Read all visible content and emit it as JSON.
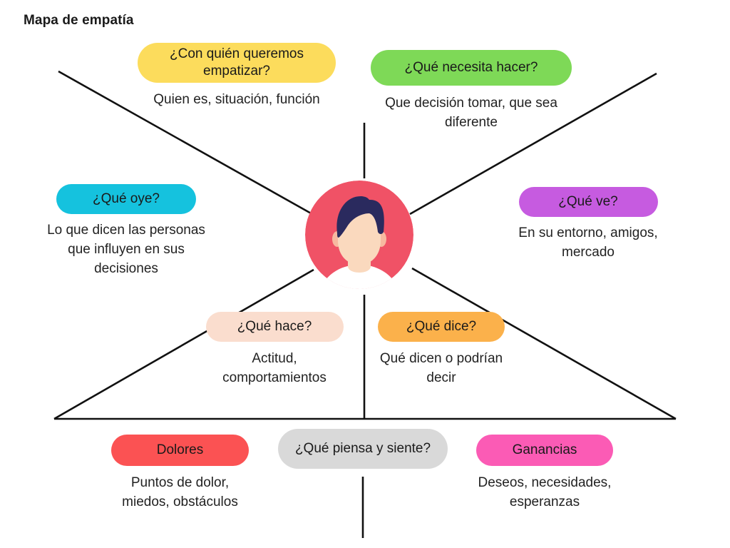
{
  "page": {
    "title": "Mapa de empatía",
    "background": "#ffffff"
  },
  "diagram": {
    "type": "empathy-map",
    "center_avatar": {
      "name": "persona-avatar",
      "circle_color": "#F05266",
      "hair_color": "#2A2A5E",
      "skin_color": "#FAD9BE",
      "shirt_color": "#FFFFFF"
    },
    "line_color": "#111111",
    "sections": [
      {
        "id": "con-quien",
        "pill_label": "¿Con quién queremos empatizar?",
        "pill_color": "#FCDC5C",
        "caption": "Quien es, situación, función"
      },
      {
        "id": "que-necesita-hacer",
        "pill_label": "¿Qué necesita hacer?",
        "pill_color": "#7ED957",
        "caption": "Que decisión tomar, que sea diferente"
      },
      {
        "id": "que-oye",
        "pill_label": "¿Qué oye?",
        "pill_color": "#15C2DE",
        "caption": "Lo que dicen las personas que influyen en sus decisiones"
      },
      {
        "id": "que-ve",
        "pill_label": "¿Qué ve?",
        "pill_color": "#C65BE0",
        "caption": "En su entorno, amigos, mercado"
      },
      {
        "id": "que-hace",
        "pill_label": "¿Qué hace?",
        "pill_color": "#FADDCE",
        "caption": "Actitud, comportamientos"
      },
      {
        "id": "que-dice",
        "pill_label": "¿Qué dice?",
        "pill_color": "#FBB14B",
        "caption": "Qué dicen o podrían decir"
      },
      {
        "id": "dolores",
        "pill_label": "Dolores",
        "pill_color": "#FB5253",
        "caption": "Puntos de dolor, miedos, obstáculos"
      },
      {
        "id": "que-piensa-y-siente",
        "pill_label": "¿Qué piensa y siente?",
        "pill_color": "#D9D9D9",
        "caption": ""
      },
      {
        "id": "ganancias",
        "pill_label": "Ganancias",
        "pill_color": "#FB5BB5",
        "caption": "Deseos, necesidades, esperanzas"
      }
    ]
  }
}
